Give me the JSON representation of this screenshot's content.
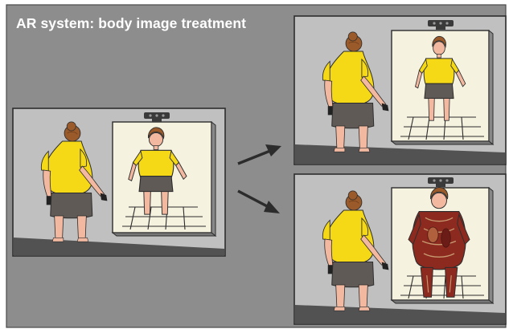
{
  "title": "AR system: body image treatment",
  "panels": [
    {
      "id": "original",
      "projection": "shirt"
    },
    {
      "id": "slimmed",
      "projection": "shirt"
    },
    {
      "id": "anatomy",
      "projection": "anatomy"
    }
  ],
  "colors": {
    "background": "#8d8d8d",
    "wall": "#c0c0c0",
    "floor": "#525252",
    "screen": "#f6f2e0",
    "shirt": "#f6d916",
    "skirt": "#5f5a56",
    "hair": "#9a5a2a",
    "skin": "#f2b8a0",
    "anatomy": "#8c2a20",
    "arrow": "#2c2c2c"
  }
}
